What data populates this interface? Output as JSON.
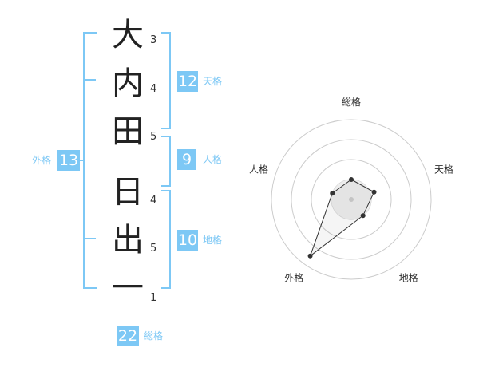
{
  "name": {
    "characters": [
      "大",
      "内",
      "田",
      "日",
      "出",
      "一"
    ],
    "strokes": [
      "3",
      "4",
      "5",
      "4",
      "5",
      "1"
    ]
  },
  "fortune": {
    "tenkaku": {
      "label": "天格",
      "value": "12"
    },
    "jinkaku": {
      "label": "人格",
      "value": "9"
    },
    "chikaku": {
      "label": "地格",
      "value": "10"
    },
    "gaikaku": {
      "label": "外格",
      "value": "13"
    },
    "soukaku": {
      "label": "総格",
      "value": "22"
    }
  },
  "colors": {
    "accent": "#7dc8f5",
    "radar_line": "#333333"
  },
  "chart_data": {
    "type": "radar",
    "axes": [
      "総格",
      "天格",
      "地格",
      "外格",
      "人格"
    ],
    "values": [
      1.0,
      1.2,
      1.0,
      3.5,
      1.0
    ],
    "rmax": 4,
    "rings": 4
  }
}
